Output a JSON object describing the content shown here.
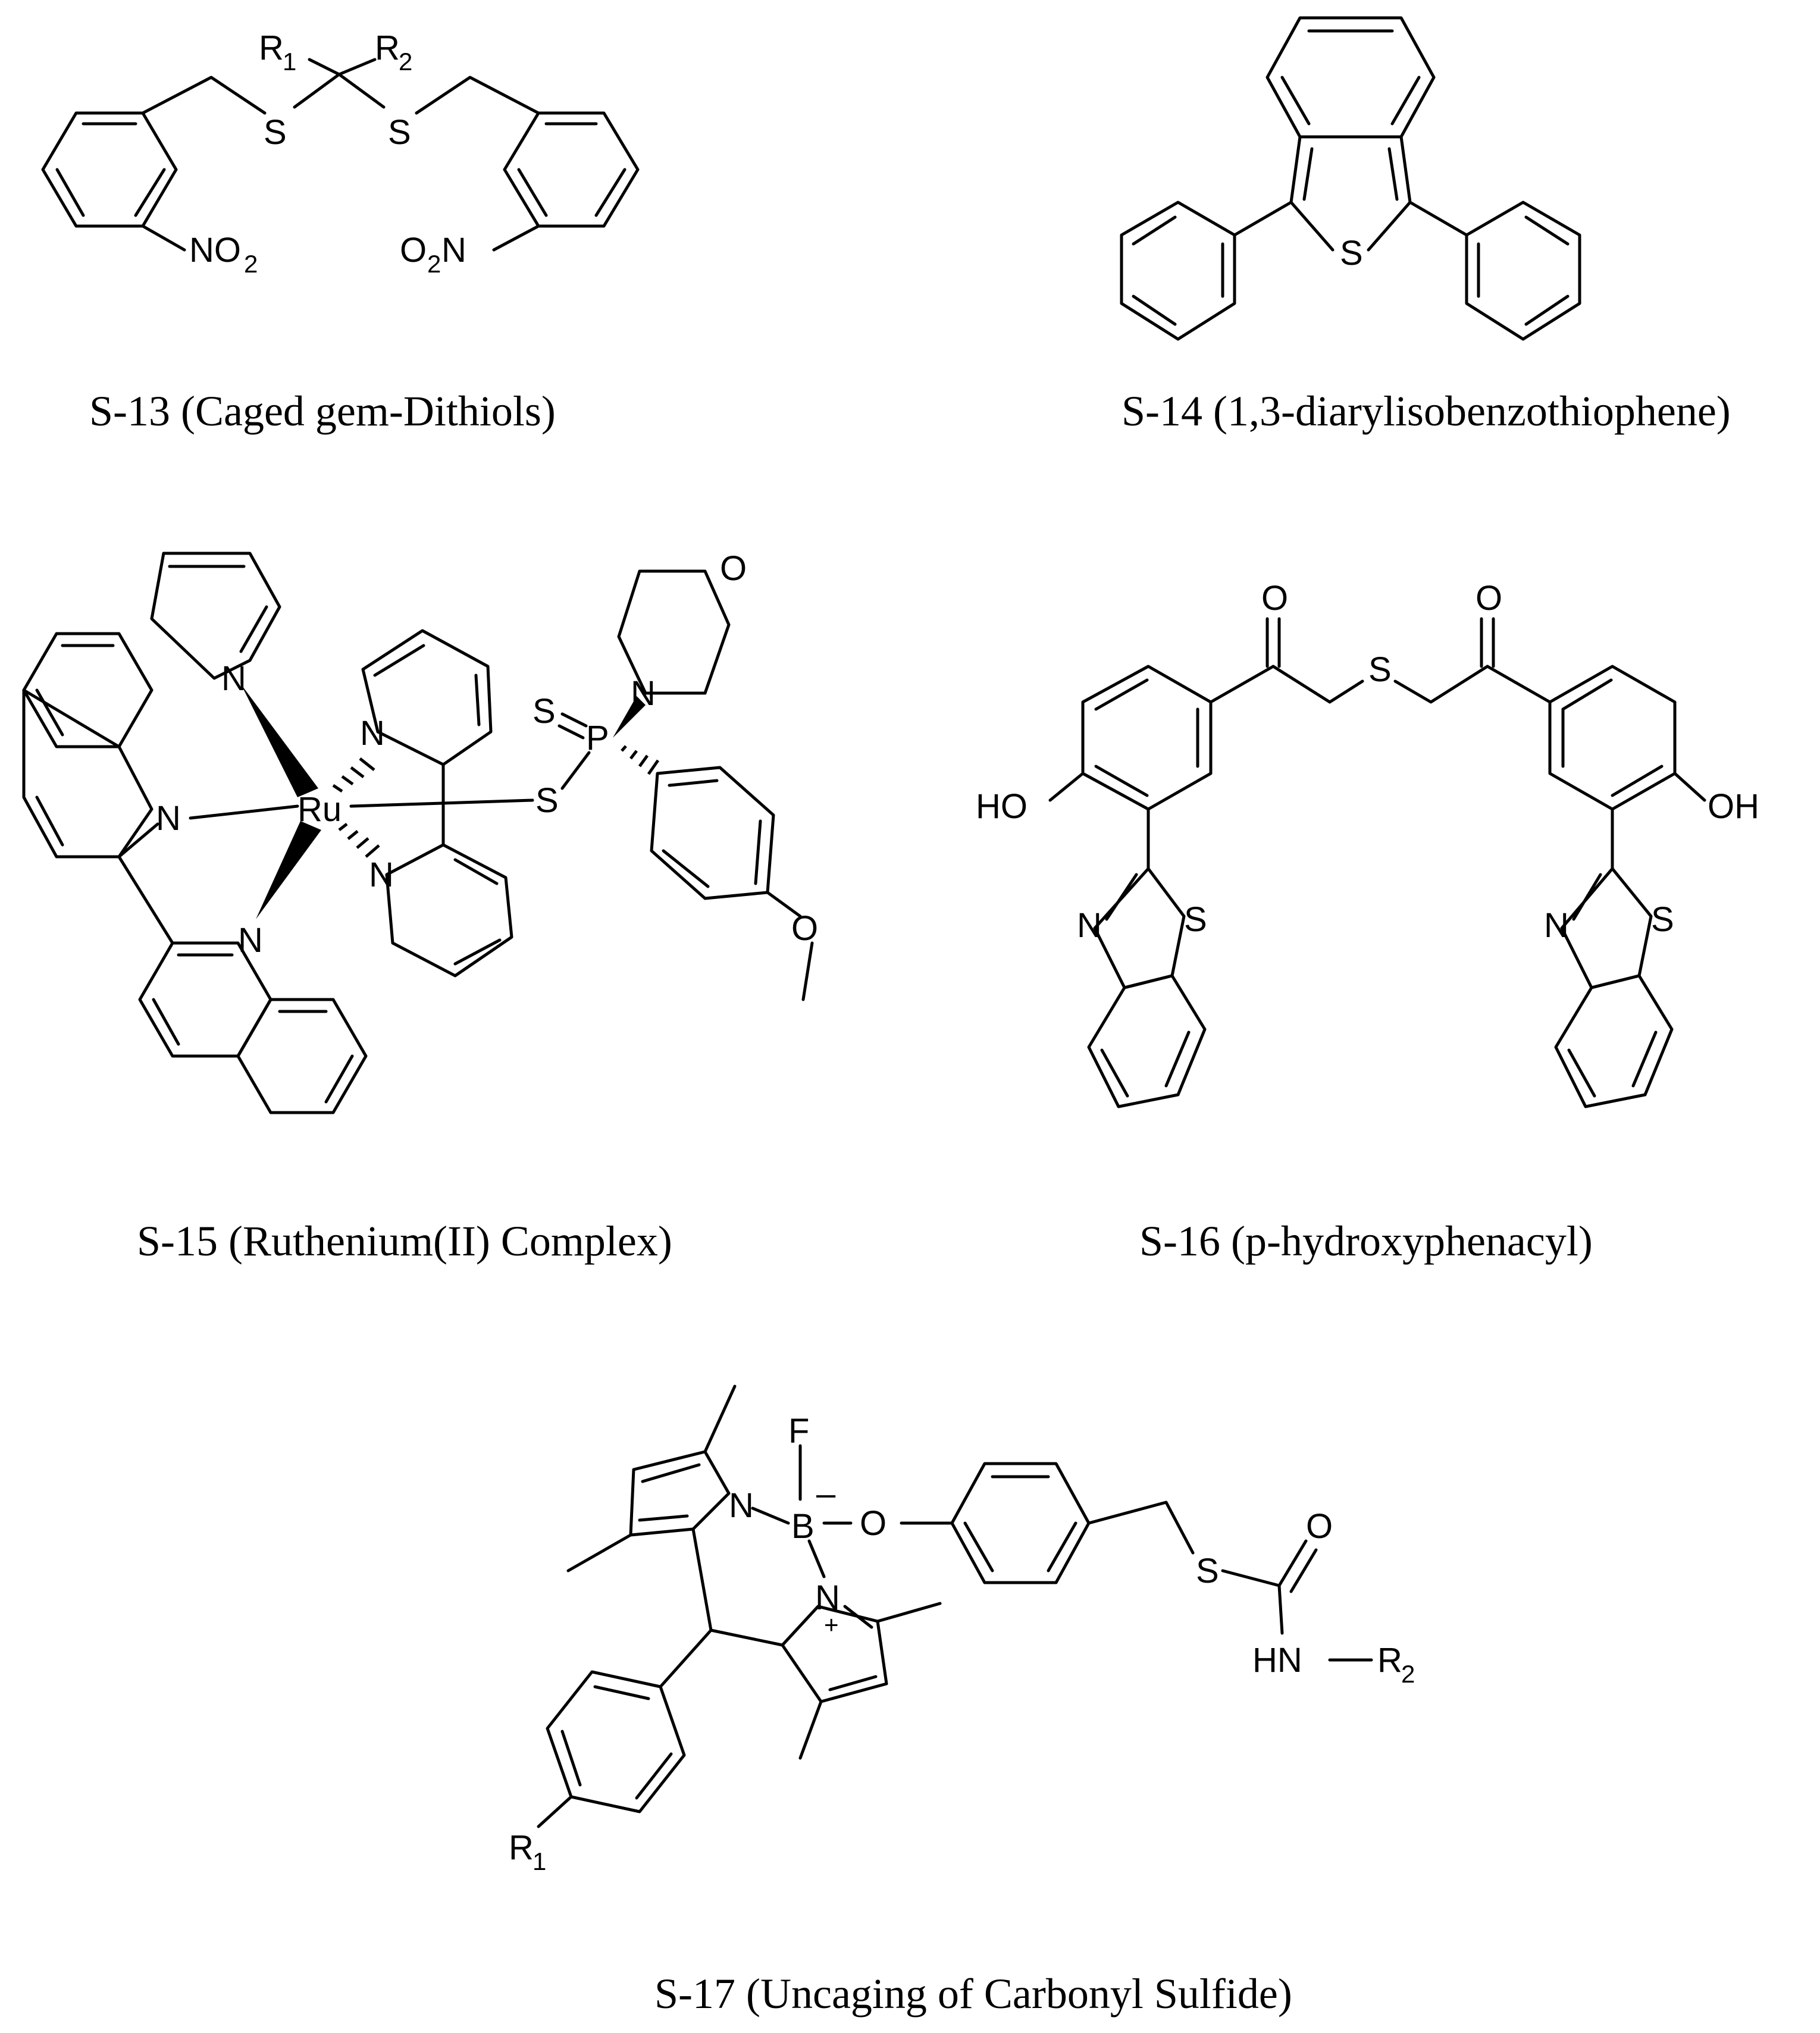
{
  "captions": {
    "s13": "S-13 (Caged gem-Dithiols)",
    "s14": "S-14 (1,3-diarylisobenzothiophene)",
    "s15": "S-15  (Ruthenium(II) Complex)",
    "s16": "S-16 (p-hydroxyphenacyl)",
    "s17": "S-17 (Uncaging of Carbonyl Sulfide)"
  },
  "labels": {
    "S": "S",
    "N": "N",
    "O": "O",
    "P": "P",
    "F": "F",
    "B": "B",
    "Ru": "Ru",
    "R": "R",
    "HO": "HO",
    "OH": "OH",
    "HN": "HN",
    "NO": "NO",
    "O2N_O": "O",
    "O2N_N": "N",
    "sub1": "1",
    "sub2": "2",
    "minus": "–",
    "plus": "+"
  }
}
